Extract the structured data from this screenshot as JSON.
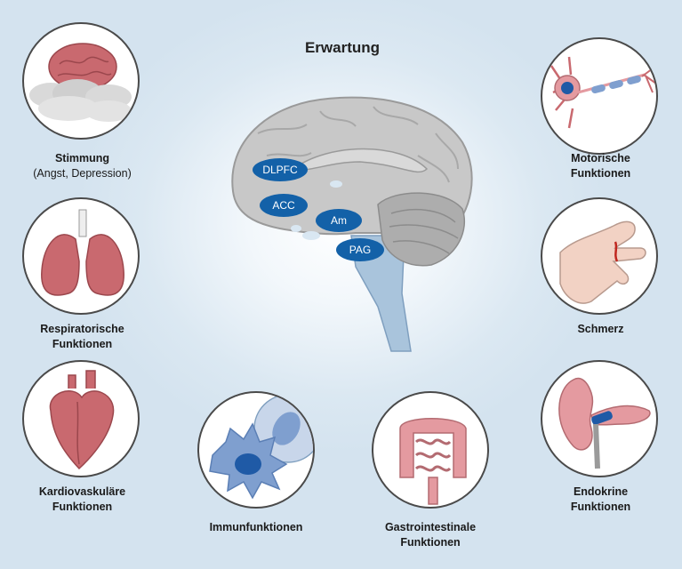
{
  "title": "Erwartung",
  "brain_regions": [
    "DLPFC",
    "ACC",
    "Am",
    "PAG"
  ],
  "labels": {
    "stimmung": {
      "main": "Stimmung",
      "sub": "(Angst, Depression)"
    },
    "respiratorisch": {
      "line1": "Respiratorische",
      "line2": "Funktionen"
    },
    "kardio": {
      "line1": "Kardiovaskuläre",
      "line2": "Funktionen"
    },
    "immun": {
      "line1": "Immunfunktionen"
    },
    "gastro": {
      "line1": "Gastrointestinale",
      "line2": "Funktionen"
    },
    "motorisch": {
      "line1": "Motorische",
      "line2": "Funktionen"
    },
    "schmerz": {
      "line1": "Schmerz"
    },
    "endokrin": {
      "line1": "Endokrine",
      "line2": "Funktionen"
    }
  },
  "colors": {
    "region": "#1361a8",
    "background": "#d4e3ef",
    "organ": "#c9696f",
    "brain": "#c8c8c8"
  }
}
